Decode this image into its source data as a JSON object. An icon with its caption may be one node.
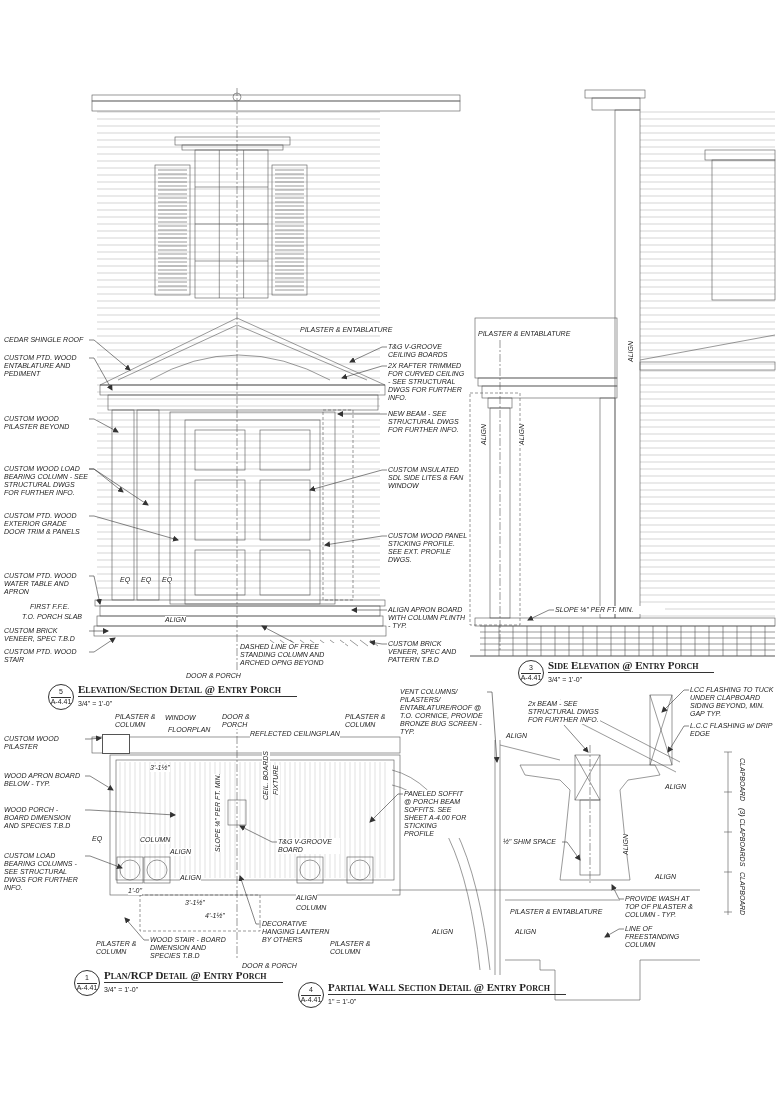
{
  "diagram": {
    "nodes": [
      {
        "text": [
          "CEDAR SHINGLE ROOF"
        ]
      },
      {
        "text": [
          "CUSTOM PTD. WOOD ENTABLATURE AND PEDIMENT"
        ]
      },
      {
        "text": [
          "CUSTOM WOOD PILASTER BEYOND"
        ]
      },
      {
        "text": [
          "CUSTOM WOOD LOAD BEARING COLUMN - SEE STRUCTURAL DWGS FOR FURTHER INFO."
        ]
      },
      {
        "text": [
          "CUSTOM PTD. WOOD EXTERIOR GRADE DOOR TRIM & PANELS"
        ]
      },
      {
        "text": [
          "CUSTOM PTD. WOOD WATER TABLE AND APRON"
        ]
      },
      {
        "text": [
          "CUSTOM BRICK VENEER, SPEC T.B.D"
        ]
      },
      {
        "text": [
          "CUSTOM PTD. WOOD STAIR"
        ]
      },
      {
        "text": [
          "T&G V-GROOVE CEILING BOARDS"
        ]
      },
      {
        "text": [
          "2X RAFTER TRIMMED FOR CURVED CEILING - SEE STRUCTURAL DWGS FOR FURTHER INFO."
        ]
      },
      {
        "text": [
          "NEW BEAM - SEE STRUCTURAL DWGS FOR FURTHER INFO."
        ]
      },
      {
        "text": [
          "CUSTOM INSULATED SDL SIDE LITES & FAN WINDOW"
        ]
      },
      {
        "text": [
          "CUSTOM WOOD PANEL STICKING PROFILE. SEE EXT. PROFILE DWGS."
        ]
      },
      {
        "text": [
          "ALIGN APRON BOARD WITH COLUMN PLINTH - TYP."
        ]
      },
      {
        "text": [
          "CUSTOM BRICK VENEER, SPEC AND PATTERN T.B.D"
        ]
      },
      {
        "text": [
          "DASHED LINE OF FREE STANDING COLUMN AND ARCHED OPNG BEYOND"
        ]
      },
      {
        "text": [
          "5",
          "A-4.41"
        ],
        "beside": [
          "Elevation/Section Detail @ Entry Porch",
          "3/4\" = 1'-0\""
        ]
      },
      {
        "text": [
          "SLOPE ⅛\" PER FT. MIN."
        ]
      },
      {
        "text": [
          "3",
          "A-4.41"
        ],
        "beside": [
          "Side Elevation @ Entry Porch",
          "3/4\" = 1'-0\""
        ]
      },
      {
        "text": [
          "CUSTOM WOOD PILASTER"
        ]
      },
      {
        "text": [
          "WOOD APRON BOARD BELOW - TYP."
        ]
      },
      {
        "text": [
          "WOOD PORCH - BOARD DIMENSION AND SPECIES T.B.D"
        ]
      },
      {
        "text": [
          "CUSTOM LOAD BEARING COLUMNS - SEE STRUCTURAL DWGS FOR FURTHER INFO."
        ]
      },
      {
        "text": [
          "T&G V-GROOVE BOARD"
        ]
      },
      {
        "text": [
          "PANELED SOFFIT @ PORCH BEAM SOFFITS. SEE SHEET A-4.00 FOR STICKING PROFILE"
        ]
      },
      {
        "text": [
          "DECORATIVE HANGING LANTERN BY OTHERS"
        ]
      },
      {
        "text": [
          "WOOD STAIR - BOARD DIMENSION AND SPECIES T.B.D"
        ]
      },
      {
        "text": [
          "1",
          "A-4.41"
        ],
        "beside": [
          "Plan/RCP Detail @ Entry Porch",
          "3/4\" = 1'-0\""
        ]
      },
      {
        "text": [
          "VENT COLUMNS/ PILASTERS/ ENTABLATURE/ROOF @ T.O. CORNICE, PROVIDE BRONZE BUG SCREEN - TYP."
        ]
      },
      {
        "text": [
          "2x BEAM - SEE STRUCTURAL DWGS FOR FURTHER INFO."
        ]
      },
      {
        "text": [
          "LCC FLASHING TO TUCK UNDER CLAPBOARD SIDING BEYOND, MIN. GAP TYP."
        ]
      },
      {
        "text": [
          "L.C.C FLASHING w/ DRIP EDGE"
        ]
      },
      {
        "text": [
          "½\" SHIM SPACE"
        ]
      },
      {
        "text": [
          "PROVIDE WASH AT TOP OF PILASTER & COLUMN - TYP."
        ]
      },
      {
        "text": [
          "LINE OF FREESTANDING COLUMN"
        ]
      },
      {
        "text": [
          "4",
          "A-4.41"
        ],
        "beside": [
          "Partial Wall Section Detail @ Entry Porch",
          "1\" = 1'-0\""
        ]
      },
      {
        "text": [],
        "shape": "box"
      }
    ],
    "edges": [
      {
        "from": 0,
        "to": null,
        "arrow": "to"
      },
      {
        "from": 1,
        "to": null,
        "arrow": "to"
      },
      {
        "from": 2,
        "to": null,
        "arrow": "to"
      },
      {
        "from": 3,
        "to": null,
        "arrow": "to"
      },
      {
        "from": 3,
        "to": null,
        "arrow": "to"
      },
      {
        "from": 4,
        "to": null,
        "arrow": "to"
      },
      {
        "from": 5,
        "to": null,
        "arrow": "to"
      },
      {
        "from": 6,
        "to": null,
        "arrow": "to"
      },
      {
        "from": 7,
        "to": null,
        "arrow": "to"
      },
      {
        "from": 8,
        "to": null,
        "arrow": "to"
      },
      {
        "from": 9,
        "to": null,
        "arrow": "to"
      },
      {
        "from": 10,
        "to": null,
        "arrow": "to"
      },
      {
        "from": 11,
        "to": null,
        "arrow": "to"
      },
      {
        "from": 12,
        "to": null,
        "arrow": "to"
      },
      {
        "from": 13,
        "to": null,
        "arrow": "to"
      },
      {
        "from": 14,
        "to": null,
        "arrow": "to"
      },
      {
        "from": 15,
        "to": null,
        "arrow": "to"
      },
      {
        "from": 17,
        "to": null,
        "arrow": "to"
      },
      {
        "from": 19,
        "to": 36,
        "arrow": "to"
      },
      {
        "from": 20,
        "to": null,
        "arrow": "to"
      },
      {
        "from": 21,
        "to": null,
        "arrow": "to"
      },
      {
        "from": 22,
        "to": null,
        "arrow": "to"
      },
      {
        "from": 23,
        "to": null,
        "arrow": "to"
      },
      {
        "from": 24,
        "to": null,
        "arrow": "to"
      },
      {
        "from": 25,
        "to": null,
        "arrow": "to"
      },
      {
        "from": 26,
        "to": null,
        "arrow": "to"
      },
      {
        "from": 28,
        "to": null,
        "arrow": "to"
      },
      {
        "from": 29,
        "to": null,
        "arrow": "to"
      },
      {
        "from": 30,
        "to": null,
        "arrow": "to"
      },
      {
        "from": 31,
        "to": null,
        "arrow": "to"
      },
      {
        "from": 32,
        "to": null,
        "arrow": "to"
      },
      {
        "from": 33,
        "to": null,
        "arrow": "to"
      },
      {
        "from": 34,
        "to": null,
        "arrow": "to"
      }
    ],
    "labels": [
      "PILASTER & ENTABLATURE",
      "EQ",
      "EQ",
      "EQ",
      "ALIGN",
      "FIRST F.F.E.",
      "T.O. PORCH SLAB",
      "DOOR & PORCH",
      "PILASTER & ENTABLATURE",
      "ALIGN",
      "ALIGN",
      "ALIGN",
      "PILASTER & COLUMN",
      "WINDOW",
      "DOOR & PORCH",
      "FLOORPLAN",
      "REFLECTED CEILINGPLAN",
      "PILASTER & COLUMN",
      "COLUMN",
      "ALIGN",
      "EQ",
      "SLOPE ⅛\" PER FT. MIN.",
      "CEIL. BOARDS",
      "FIXTURE",
      "ALIGN",
      "3'-1½\"",
      "1'-0\"",
      "3'-1½\"",
      "4'-1½\"",
      "ALIGN",
      "COLUMN",
      "PILASTER & COLUMN",
      "PILASTER & COLUMN",
      "DOOR & PORCH",
      "ALIGN",
      "ALIGN",
      "CLAPBOARD",
      "(3) CLAPBOARDS",
      "ALIGN",
      "ALIGN",
      "CLAPBOARD",
      "PILASTER & ENTABLATURE",
      "ALIGN",
      "ALIGN"
    ]
  }
}
